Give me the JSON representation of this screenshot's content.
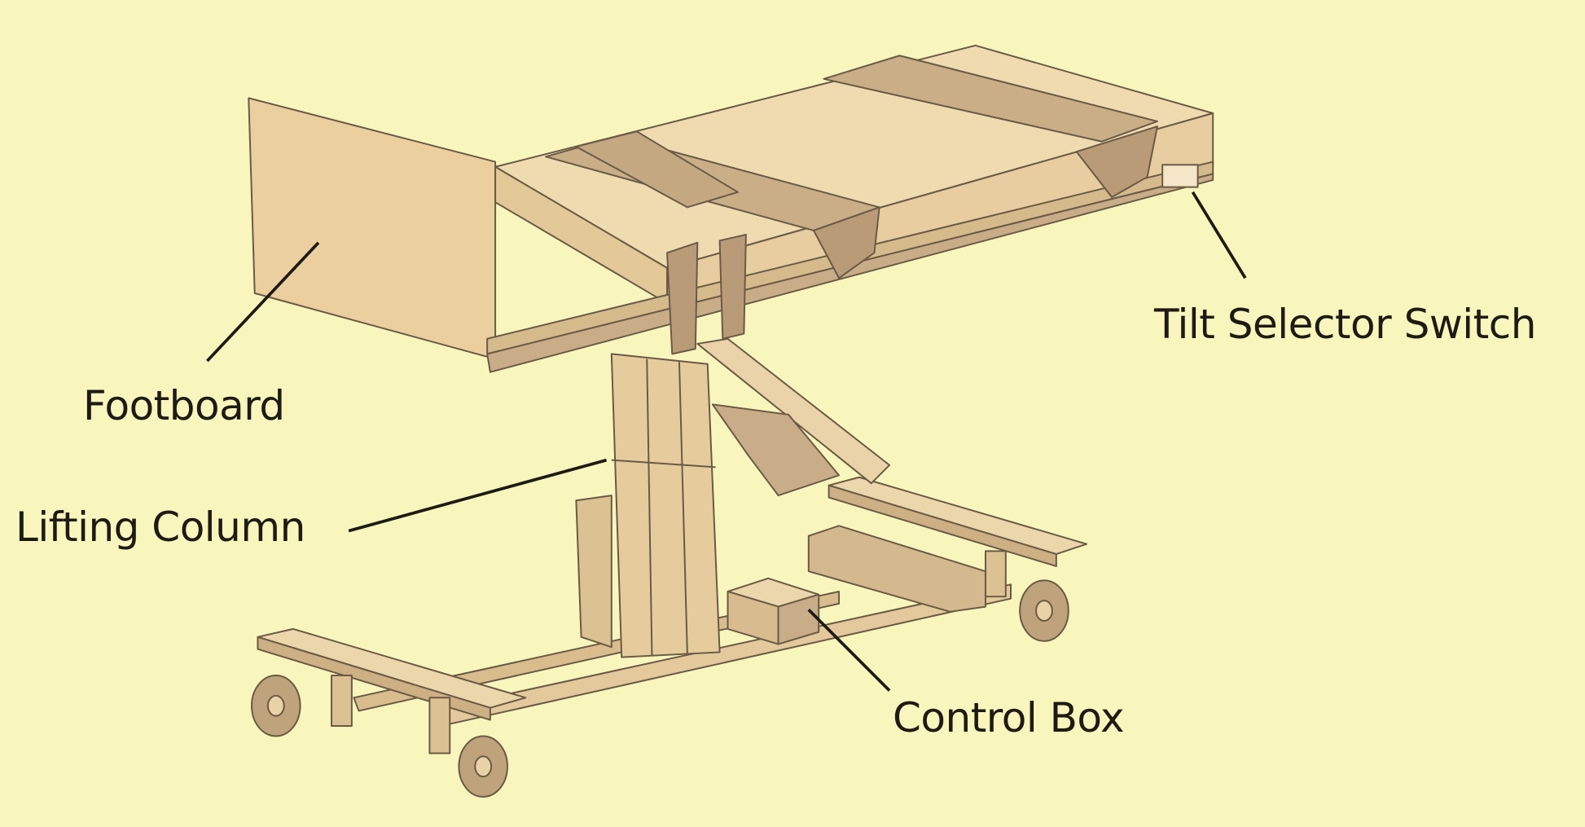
{
  "title": "Tilt table components",
  "labels": {
    "footboard": "Footboard",
    "lifting_column": "Lifting Column",
    "tilt_selector_switch": "Tilt Selector Switch",
    "control_box": "Control Box"
  },
  "colors": {
    "background": "#f9f6bd",
    "body": "#e9d2a6",
    "strap": "#c8ad88",
    "line": "#6a5a45",
    "leader": "#1e1a14"
  }
}
